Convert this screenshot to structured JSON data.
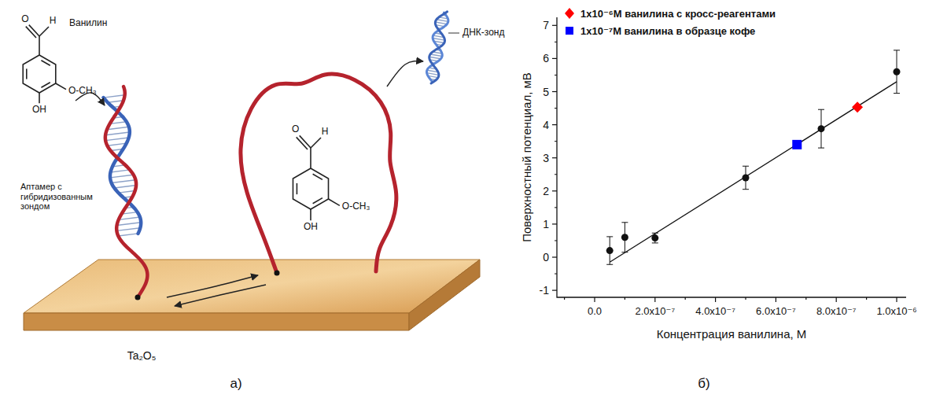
{
  "diagram": {
    "labels": [
      "Ванилин",
      "O",
      "H",
      "O-CH₃",
      "OH",
      "Аптамер с гибридизованным зондом",
      "Ta₂O₅",
      "O",
      "H",
      "O-CH₃",
      "OH",
      "ДНК-зонд",
      "а)",
      "б)",
      "7",
      "6",
      "5",
      "4",
      "3",
      "2",
      "1",
      "0",
      "-1",
      "0.0",
      "2.0x10⁻⁷",
      "4.0x10⁻⁷",
      "6.0x10⁻⁷",
      "8.0x10⁻⁷",
      "1.0x10⁻⁶",
      "Поверхностный потенциал, мВ",
      "Концентрация ванилина, М"
    ],
    "legend": [
      {
        "text": "1x10⁻⁶M ванилина с кросс-реагентами",
        "color": "#ff0000"
      },
      {
        "text": "1x10⁻⁷M ванилина в образце кофе",
        "color": "#0000ff"
      }
    ]
  }
}
